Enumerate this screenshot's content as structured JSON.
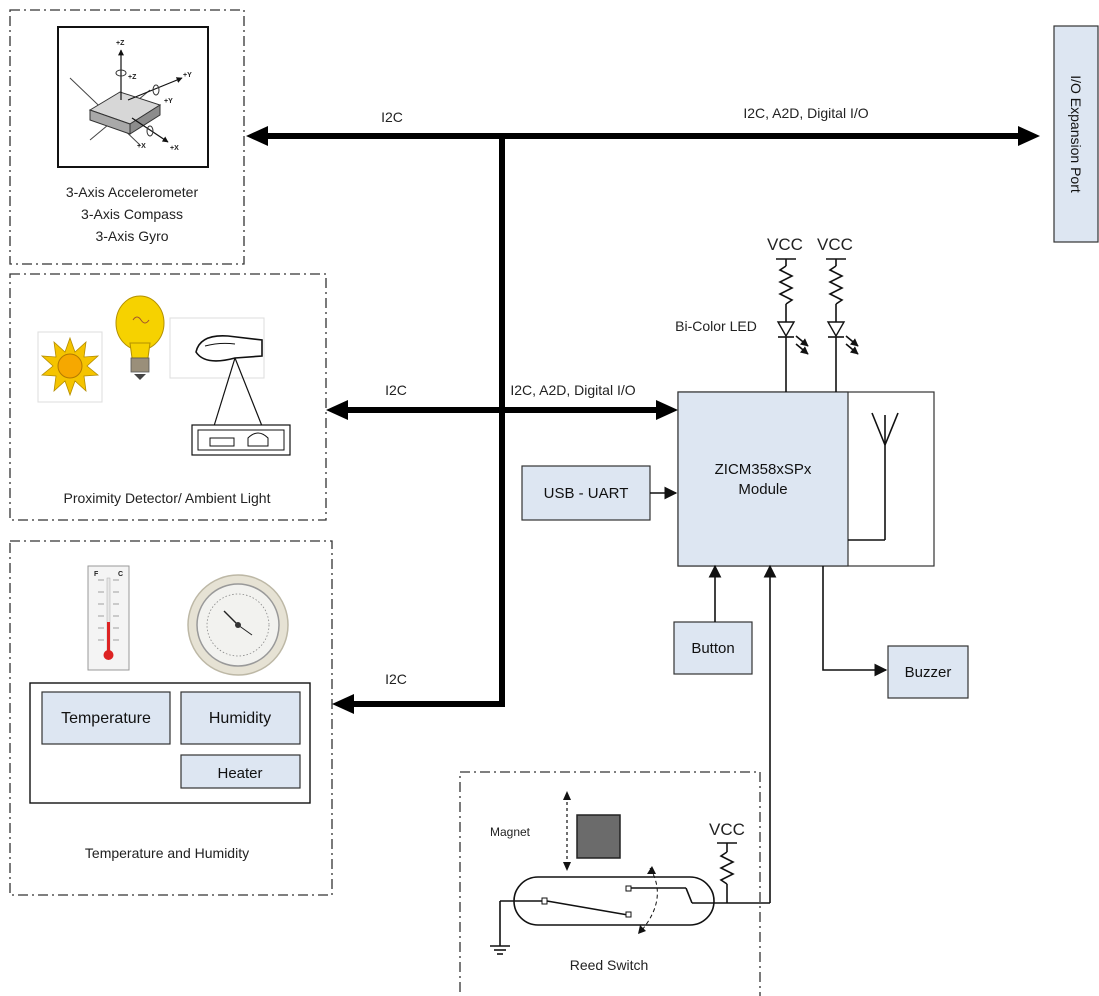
{
  "groups": {
    "motion": {
      "caption_lines": [
        "3-Axis Accelerometer",
        "3-Axis Compass",
        "3-Axis Gyro"
      ]
    },
    "proximity": {
      "caption": "Proximity Detector/ Ambient Light"
    },
    "temp_humidity": {
      "caption": "Temperature and  Humidity",
      "blocks": {
        "temperature": "Temperature",
        "humidity": "Humidity",
        "heater": "Heater"
      }
    },
    "reed": {
      "caption": "Reed Switch",
      "magnet_label": "Magnet",
      "vcc": "VCC"
    }
  },
  "axes": {
    "z_pos": "+Z",
    "z_rot": "+Z",
    "y_pos": "+Y",
    "y_rot": "+Y",
    "x_pos": "+X",
    "x_rot": "+X"
  },
  "blocks": {
    "io_port": "I/O Expansion Port",
    "module_lines": [
      "ZICM358xSPx",
      "Module"
    ],
    "usb_uart": "USB - UART",
    "button": "Button",
    "buzzer": "Buzzer"
  },
  "led": {
    "vcc_left": "VCC",
    "vcc_right": "VCC",
    "label": "Bi-Color LED"
  },
  "bus_labels": {
    "top_left": "I2C",
    "top_right": "I2C, A2D, Digital I/O",
    "mid_left": "I2C",
    "mid_right": "I2C, A2D, Digital I/O",
    "bottom": "I2C"
  },
  "thermometer": {
    "f": "F",
    "c": "C"
  },
  "colors": {
    "block_fill": "#dde6f2",
    "bus": "#000000",
    "sun": "#f5c400",
    "bulb": "#f6d200",
    "magnet": "#6b6b6b"
  }
}
